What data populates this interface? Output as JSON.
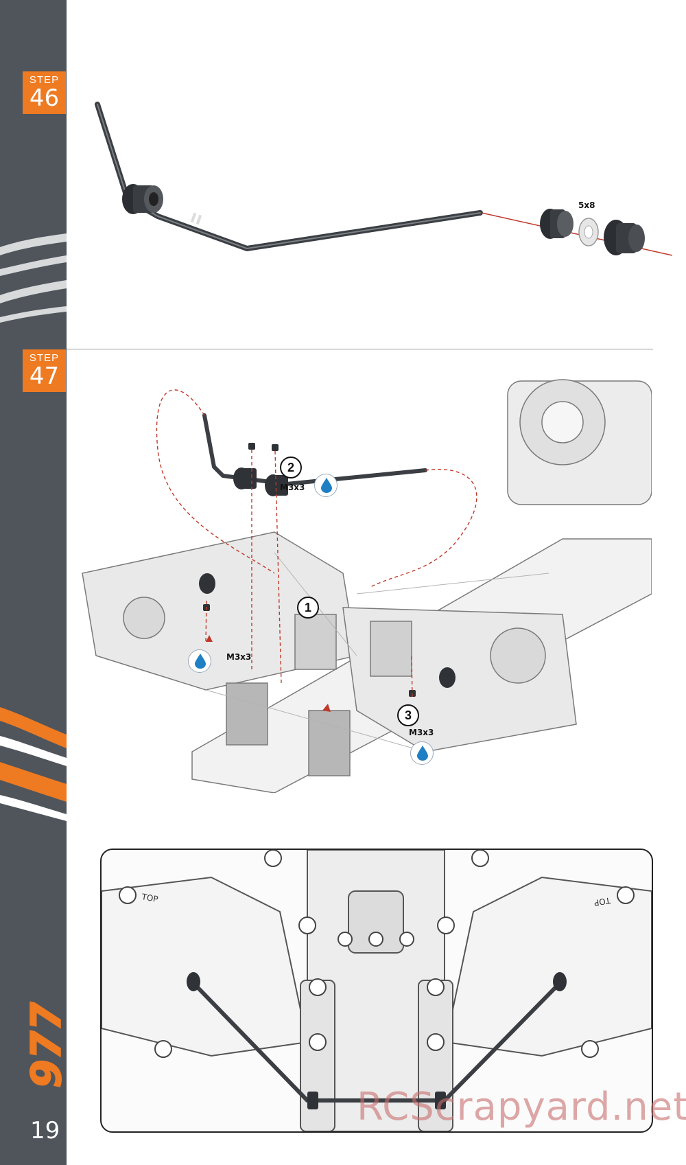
{
  "sidebar": {
    "brand_logo_text": "977",
    "page_number": "19",
    "colors": {
      "sidebar": "#4f555b",
      "accent": "#ee7a22"
    }
  },
  "steps": [
    {
      "label": "STEP",
      "number": "46",
      "parts": [
        {
          "label": "5x8"
        }
      ]
    },
    {
      "label": "STEP",
      "number": "47",
      "callouts": [
        {
          "number": "1"
        },
        {
          "number": "2",
          "screw": "M3x3"
        },
        {
          "number": "3",
          "screw": "M3x3"
        }
      ],
      "extra_screw_label": "M3x3",
      "grease_icon": "threadlock-drop-icon"
    }
  ],
  "detail_view": {
    "top_label_left": "TOP",
    "top_label_right": "TOP"
  },
  "watermark": "RCScrapyard.net"
}
